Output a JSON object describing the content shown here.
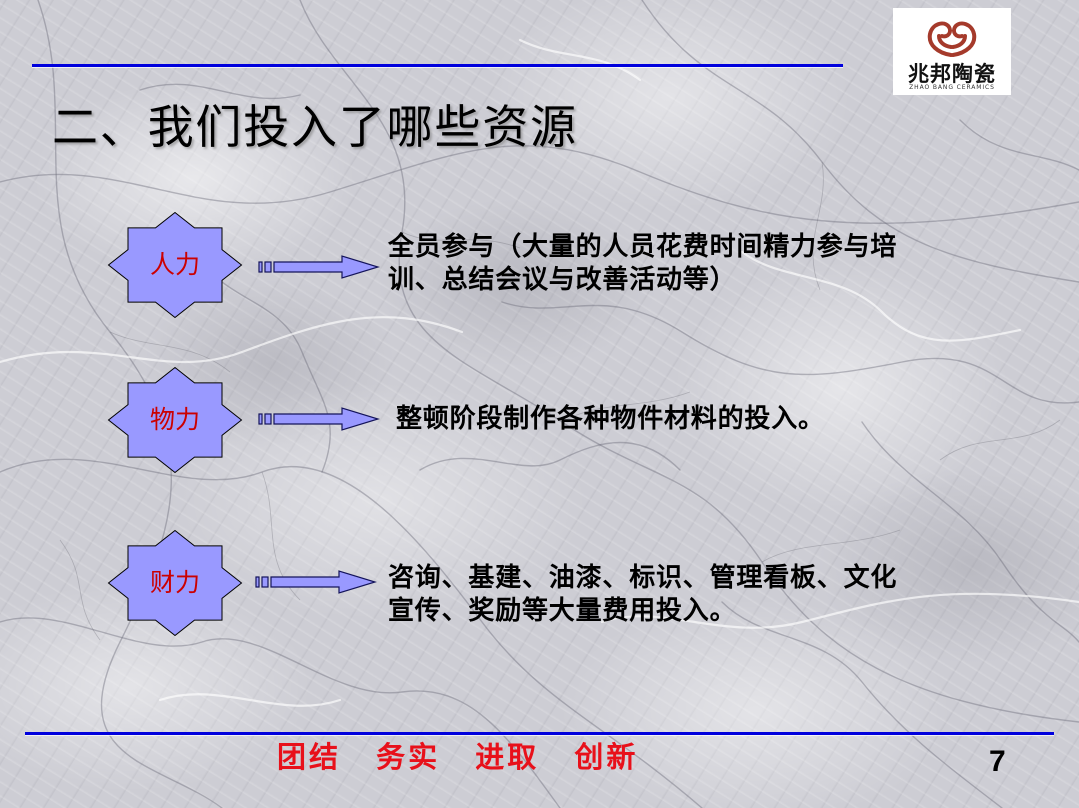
{
  "slide": {
    "title": "二、我们投入了哪些资源"
  },
  "logo": {
    "name_cn": "兆邦陶瓷",
    "name_en": "ZHAO BANG CERAMICS",
    "icon": "zhao-bang-emblem"
  },
  "rows": [
    {
      "label": "人力",
      "lines": [
        "全员参与（大量的人员花费时间精力参与培",
        "训、总结会议与改善活动等）"
      ]
    },
    {
      "label": "物力",
      "lines": [
        "整顿阶段制作各种物件材料的投入。"
      ]
    },
    {
      "label": "财力",
      "lines": [
        "咨询、基建、油漆、标识、管理看板、文化",
        "宣传、奖励等大量费用投入。"
      ]
    }
  ],
  "footer": {
    "slogan": [
      "团结",
      "务实",
      "进取",
      "创新"
    ],
    "page_number": "7"
  },
  "icons": {
    "label_shape": "eight-point-star",
    "connector": "striped-right-arrow"
  },
  "colors": {
    "rule": "#0000dd",
    "star_fill": "#9999ff",
    "arrow_fill": "#9999ff",
    "label_text": "#cc0000",
    "slogan_text": "#e8101a",
    "body_text": "#000000"
  }
}
